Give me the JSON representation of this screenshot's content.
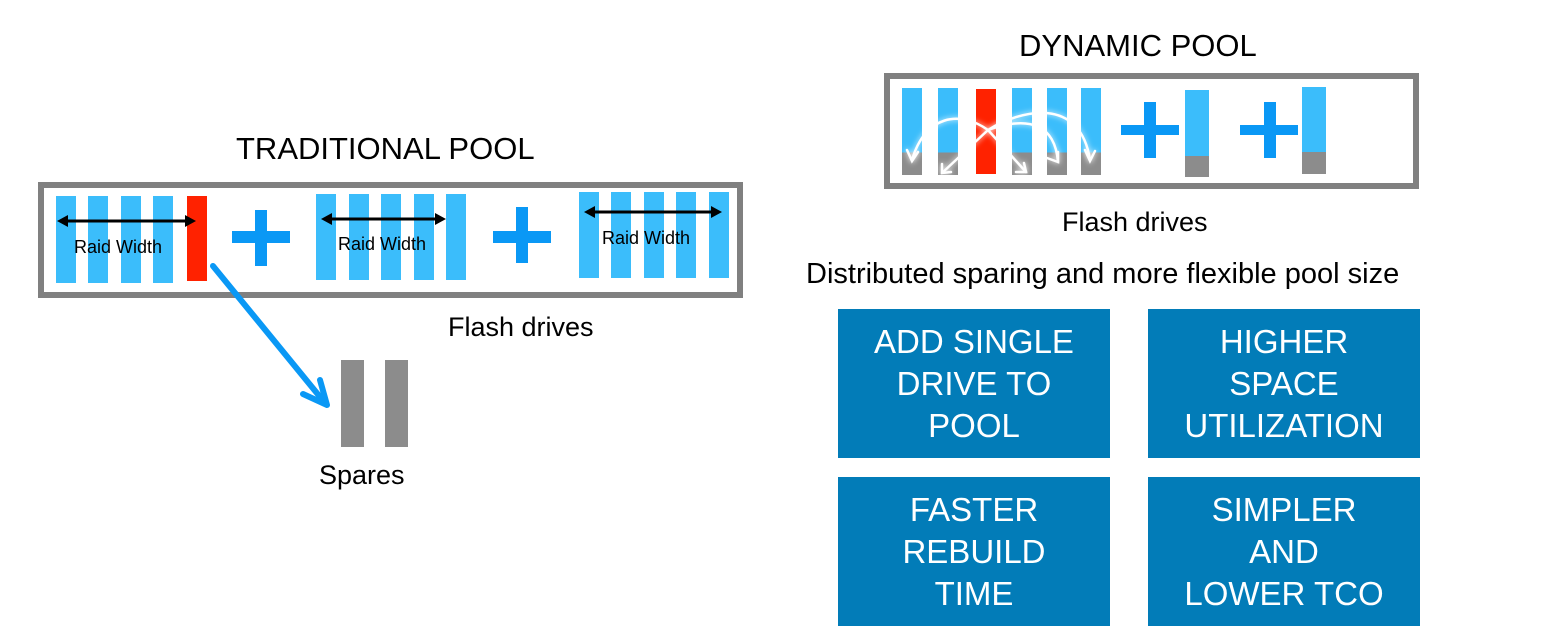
{
  "traditional": {
    "title": "TRADITIONAL POOL",
    "raid_width_label": "Raid Width",
    "groups": [
      {
        "drives": 5,
        "failed_index": 4
      },
      {
        "drives": 5,
        "failed_index": -1
      },
      {
        "drives": 5,
        "failed_index": -1
      }
    ],
    "drives_label": "Flash drives",
    "spares_label": "Spares",
    "spare_count": 2
  },
  "dynamic": {
    "title": "DYNAMIC POOL",
    "drives_label": "Flash drives",
    "subtitle": "Distributed sparing and more flexible pool size",
    "main_group_drives": 6,
    "failed_index": 2,
    "added_single_drives": 2
  },
  "features": [
    {
      "label": "ADD SINGLE\nDRIVE TO\nPOOL"
    },
    {
      "label": "HIGHER\nSPACE\nUTILIZATION"
    },
    {
      "label": "FASTER\nREBUILD\nTIME"
    },
    {
      "label": "SIMPLER\nAND\nLOWER TCO"
    }
  ],
  "colors": {
    "drive": "#3bbdfb",
    "failed_drive": "#ff2200",
    "spare": "#8c8c8c",
    "plus": "#0a98f5",
    "feature_box": "#027cb8",
    "frame": "#808080"
  }
}
